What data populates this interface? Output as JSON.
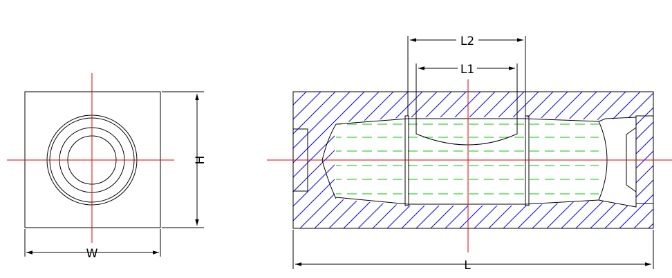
{
  "drawing": {
    "front_view": {
      "width_label": "W",
      "height_label": "H"
    },
    "section_view": {
      "length_label": "L",
      "bubble_length_label": "L1",
      "ring_spacing_label": "L2"
    },
    "colors": {
      "outline": "#000000",
      "centerline": "#e00000",
      "section_hatch": "#0000ff",
      "liquid_fill": "#00c800"
    }
  }
}
